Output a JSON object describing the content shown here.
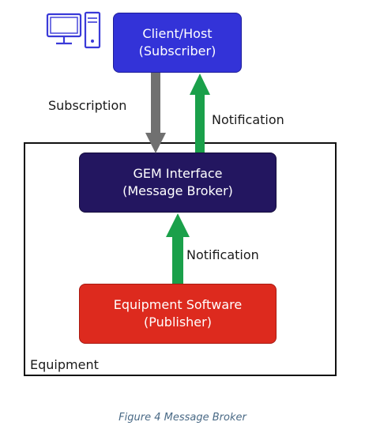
{
  "diagram": {
    "client_box": {
      "line1": "Client/Host",
      "line2": "(Subscriber)",
      "color": "#3333d8"
    },
    "gem_box": {
      "line1": "GEM Interface",
      "line2": "(Message Broker)",
      "color": "#231660"
    },
    "equipment_box": {
      "line1": "Equipment Software",
      "line2": "(Publisher)",
      "color": "#dd2a1e"
    },
    "labels": {
      "subscription": "Subscription",
      "notification_top": "Notification",
      "notification_mid": "Notification",
      "equipment": "Equipment"
    },
    "arrow_colors": {
      "subscription": "#707070",
      "notification": "#1aa04a"
    },
    "icons": {
      "computer": "computer-icon"
    }
  },
  "caption": "Figure 4 Message Broker"
}
